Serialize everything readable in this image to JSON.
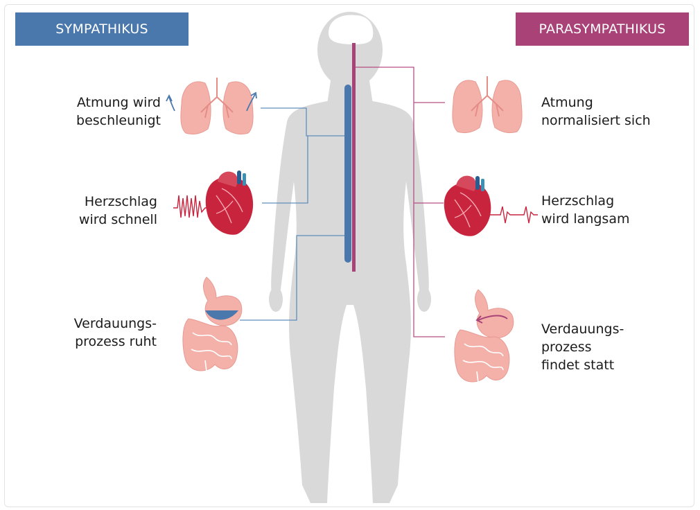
{
  "header": {
    "left_title": "SYMPATHIKUS",
    "right_title": "PARASYMPATHIKUS"
  },
  "colors": {
    "sympathikus": "#4a78ad",
    "parasympathikus": "#a84277",
    "body": "#d9d9d9",
    "organ": "#f2a7a0",
    "heart": "#c8243e"
  },
  "sympathikus": {
    "breathing": [
      "Atmung wird",
      "beschleunigt"
    ],
    "heartbeat": [
      "Herzschlag",
      "wird schnell"
    ],
    "digestion": [
      "Verdauungs-",
      "prozess ruht"
    ]
  },
  "parasympathikus": {
    "breathing": [
      "Atmung",
      "normalisiert sich"
    ],
    "heartbeat": [
      "Herzschlag",
      "wird langsam"
    ],
    "digestion": [
      "Verdauungs-",
      "prozess",
      "findet statt"
    ]
  },
  "icons": {
    "lungs": "lungs-icon",
    "heart": "heart-icon",
    "ecg": "ecg-icon",
    "intestines": "digestive-system-icon",
    "body": "human-silhouette"
  }
}
